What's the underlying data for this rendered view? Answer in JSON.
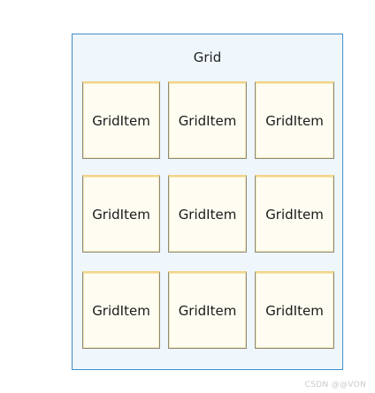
{
  "grid": {
    "title": "Grid",
    "rows": [
      [
        "GridItem",
        "GridItem",
        "GridItem"
      ],
      [
        "GridItem",
        "GridItem",
        "GridItem"
      ],
      [
        "GridItem",
        "GridItem",
        "GridItem"
      ]
    ]
  },
  "watermark": "CSDN @@VON",
  "colors": {
    "panel_background": "#f0f7fc",
    "panel_border": "#3f8ec9",
    "item_background": "#fffdf1",
    "item_accent": "#f2d58a"
  }
}
